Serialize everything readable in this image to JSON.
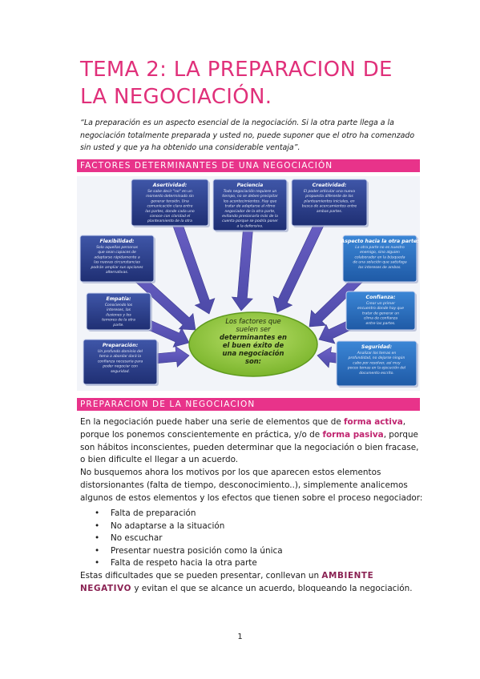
{
  "title": "TEMA 2: LA PREPARACION DE LA NEGOCIACIÓN.",
  "intro": "“La preparación es un aspecto esencial de la negociación. Si la otra parte llega a la negociación totalmente preparada y usted no, puede suponer que el otro ha comenzado sin usted y que ya ha obtenido una considerable ventaja”.",
  "section1_heading": "FACTORES DETERMINANTES DE UNA NEGOCIACIÓN",
  "diagram": {
    "center_text": [
      "Los factores que",
      "suelen ser",
      "determinantes en",
      "el buen éxito de",
      "una negociación",
      "son:"
    ],
    "boxes": [
      {
        "title": "Asertividad:",
        "lines": [
          "Se sabe decir \"no\" en un",
          "momento determinado sin",
          "generar tensión. Una",
          "comunicación clara entre",
          "las partes, donde cada uno",
          "conoce con claridad el",
          "planteamiento de la otra"
        ]
      },
      {
        "title": "Paciencia",
        "lines": [
          "Todo negociación requiere un",
          "tiempo, no se deben precipitar",
          "los acontecimientos. Hay que",
          "tratar de adaptarse al ritmo",
          "negociador de la otra parte,",
          "evitando presionarla más de la",
          "cuenta porque se podría poner",
          "a la defensiva."
        ]
      },
      {
        "title": "Creatividad:",
        "lines": [
          "El poder articular una nueva",
          "propuesta diferente de los",
          "planteamientos iniciales, en",
          "busca de acercamientos entre",
          "ambas partes."
        ]
      },
      {
        "title": "Flexibilidad:",
        "lines": [
          "Solo aquellas personas",
          "que sean capaces de",
          "adaptarse rápidamente a",
          "las nuevas circunstancias",
          "podrán ampliar sus opciones",
          "alternativas."
        ]
      },
      {
        "title": "Aspecto hacia la otra parte:",
        "lines": [
          "La otra parte no es nuestro",
          "enemigo, sino alguien",
          "colaborador en la búsqueda",
          "de una solución que satisfaga",
          "los intereses de ambos."
        ]
      },
      {
        "title": "Empatía:",
        "lines": [
          "Conociendo los",
          "intereses, las",
          "ilusiones y los",
          "temores de la otra",
          "parte."
        ]
      },
      {
        "title": "Confianza:",
        "lines": [
          "Crear un primer",
          "encuentro donde hay que",
          "tratar de generar un",
          "clima de confianza",
          "entre las partes."
        ]
      },
      {
        "title": "Preparación:",
        "lines": [
          "Un profundo dominio del",
          "tema a abordar dará la",
          "confianza necesaria para",
          "poder negociar con",
          "seguridad."
        ]
      },
      {
        "title": "Seguridad:",
        "lines": [
          "Analizar los temas en",
          "profundidad, no dejarse ningún",
          "cabo por resolver, así muy",
          "pocos temas en la ejecución del",
          "documento escrito."
        ]
      }
    ]
  },
  "section2_heading": "PREPARACION DE LA NEGOCIACION",
  "para1": {
    "before": "En la negociación puede haber una serie de elementos que de ",
    "em1": "forma activa",
    "mid": ", porque los ponemos conscientemente en práctica, y/o de ",
    "em2": "forma pasiva",
    "after": ", porque son hábitos inconscientes, pueden determinar que la negociación o bien fracase, o bien dificulte el llegar a un acuerdo."
  },
  "para2": "No busquemos ahora los motivos por los que aparecen estos elementos distorsionantes (falta de tiempo, desconocimiento..), simplemente analicemos algunos de estos elementos y los efectos que tienen sobre el proceso negociador:",
  "bullet_symbol": "•",
  "bullets": [
    "Falta de preparación",
    "No adaptarse a la situación",
    "No escuchar",
    "Presentar nuestra posición como la única",
    "Falta de respeto hacia la otra parte"
  ],
  "para3": {
    "before": "Estas dificultades que se pueden presentar, conllevan un ",
    "em": "AMBIENTE NEGATIVO",
    "after": " y evitan el que se alcance un acuerdo, bloqueando la negociación."
  },
  "page_number": "1",
  "colors": {
    "accent": "#e8338a",
    "title": "#e0307a",
    "box_fill": "#2b3f8c",
    "box_fill_light": "#2e6fc4",
    "arrow": "#5a56b8",
    "center_fill": "#92c83e"
  }
}
